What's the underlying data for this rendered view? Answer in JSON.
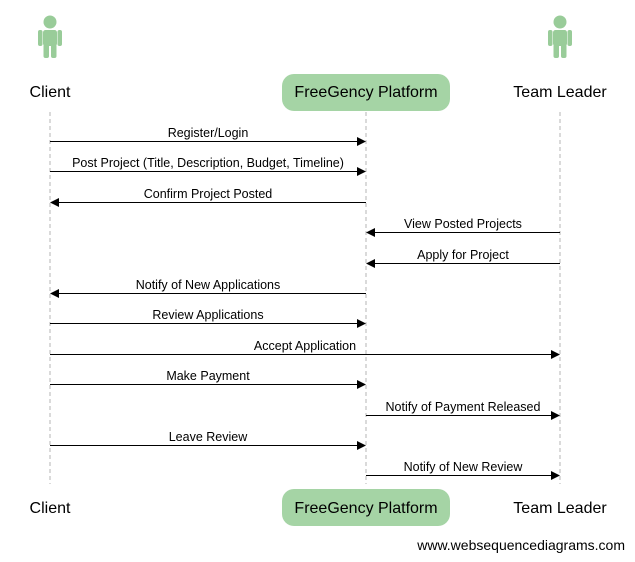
{
  "participants": [
    {
      "id": "client",
      "label": "Client",
      "kind": "actor"
    },
    {
      "id": "platform",
      "label": "FreeGency Platform",
      "kind": "box"
    },
    {
      "id": "leader",
      "label": "Team Leader",
      "kind": "actor"
    }
  ],
  "messages": [
    {
      "from": "client",
      "to": "platform",
      "label": "Register/Login"
    },
    {
      "from": "client",
      "to": "platform",
      "label": "Post Project (Title, Description, Budget, Timeline)"
    },
    {
      "from": "platform",
      "to": "client",
      "label": "Confirm Project Posted"
    },
    {
      "from": "leader",
      "to": "platform",
      "label": "View Posted Projects"
    },
    {
      "from": "leader",
      "to": "platform",
      "label": "Apply for Project"
    },
    {
      "from": "platform",
      "to": "client",
      "label": "Notify of New Applications"
    },
    {
      "from": "client",
      "to": "platform",
      "label": "Review Applications"
    },
    {
      "from": "client",
      "to": "leader",
      "label": "Accept Application"
    },
    {
      "from": "client",
      "to": "platform",
      "label": "Make Payment"
    },
    {
      "from": "platform",
      "to": "leader",
      "label": "Notify of Payment Released"
    },
    {
      "from": "client",
      "to": "platform",
      "label": "Leave Review"
    },
    {
      "from": "platform",
      "to": "leader",
      "label": "Notify of New Review"
    }
  ],
  "watermark": "www.websequencediagrams.com",
  "colors": {
    "actor": "#99cc99",
    "box": "#a5d4a5",
    "lifeline": "#b4b4b4",
    "arrow": "#000000"
  }
}
